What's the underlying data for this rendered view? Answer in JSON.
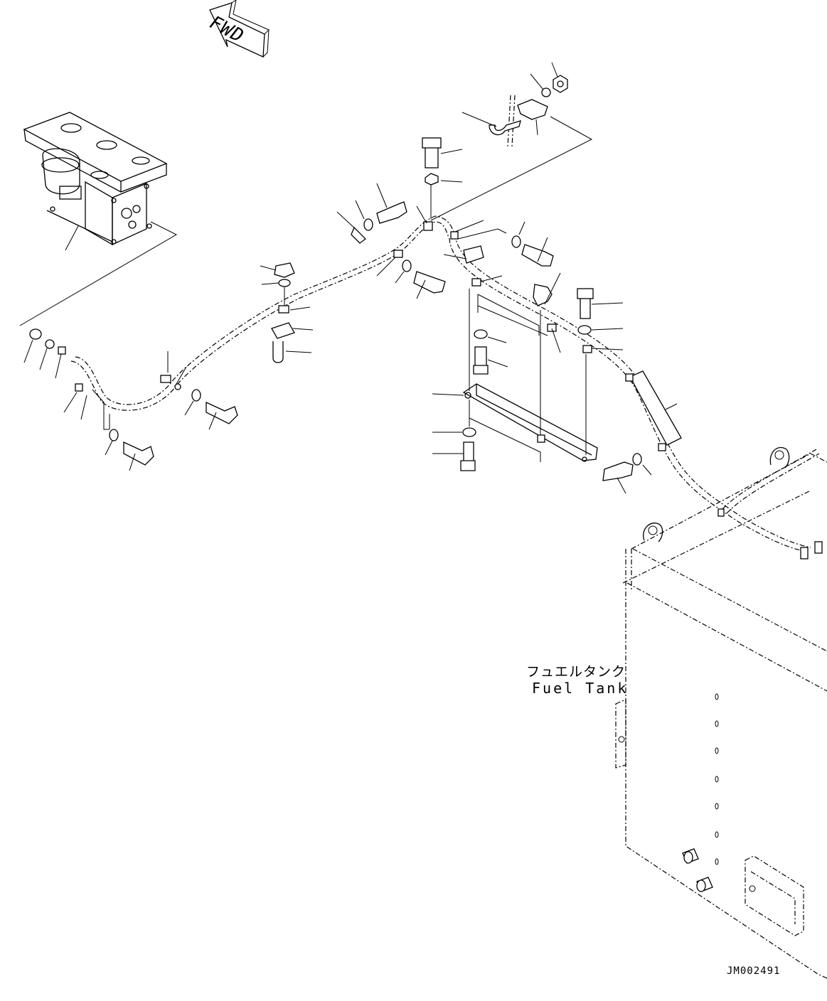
{
  "diagram": {
    "direction_arrow": {
      "label": "FWD",
      "icon": "fwd-arrow-icon"
    },
    "tank_label_jp": "フュエルタンク",
    "tank_label_en": "Fuel Tank",
    "drawing_code": "JM002491",
    "line_color": "#000000",
    "background": "#ffffff"
  }
}
